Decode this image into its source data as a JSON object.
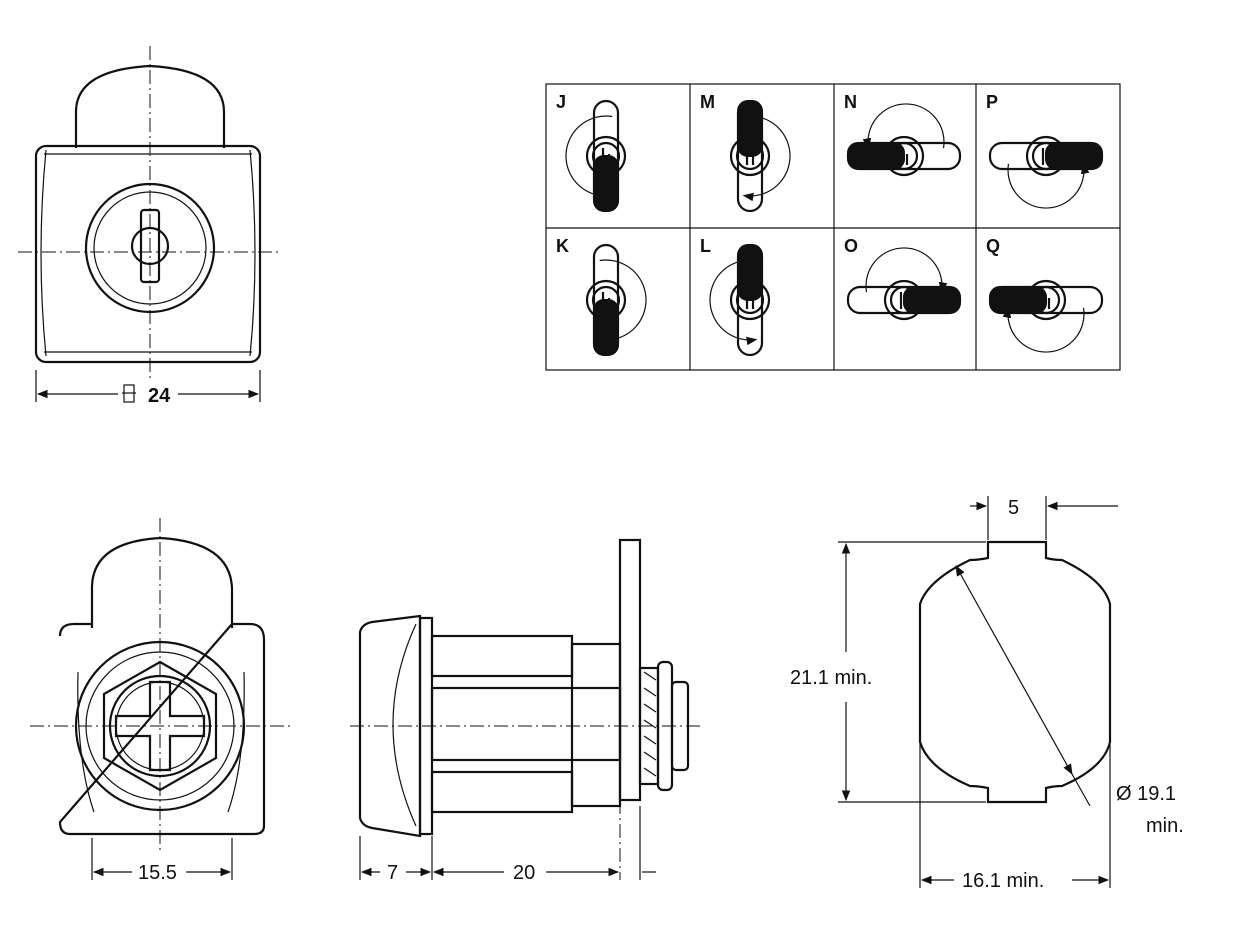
{
  "dimensions": {
    "front_width": "24",
    "nut_width": "15.5",
    "head_length": "7",
    "body_length": "20",
    "cutout_flat": "5",
    "cutout_height": "21.1 min.",
    "cutout_diameter_line1": "Ø 19.1",
    "cutout_diameter_line2": "min.",
    "cutout_width": "16.1 min."
  },
  "cam_grid": {
    "rows": [
      [
        {
          "label": "J",
          "cam": "down",
          "dir": "ccw-left"
        },
        {
          "label": "M",
          "cam": "up",
          "dir": "cw-right"
        },
        {
          "label": "N",
          "cam": "left",
          "dir": "ccw-top"
        },
        {
          "label": "P",
          "cam": "right",
          "dir": "cw-bottom"
        }
      ],
      [
        {
          "label": "K",
          "cam": "down",
          "dir": "cw-right"
        },
        {
          "label": "L",
          "cam": "up",
          "dir": "ccw-left"
        },
        {
          "label": "O",
          "cam": "right",
          "dir": "cw-top"
        },
        {
          "label": "Q",
          "cam": "left",
          "dir": "ccw-bottom"
        }
      ]
    ]
  }
}
